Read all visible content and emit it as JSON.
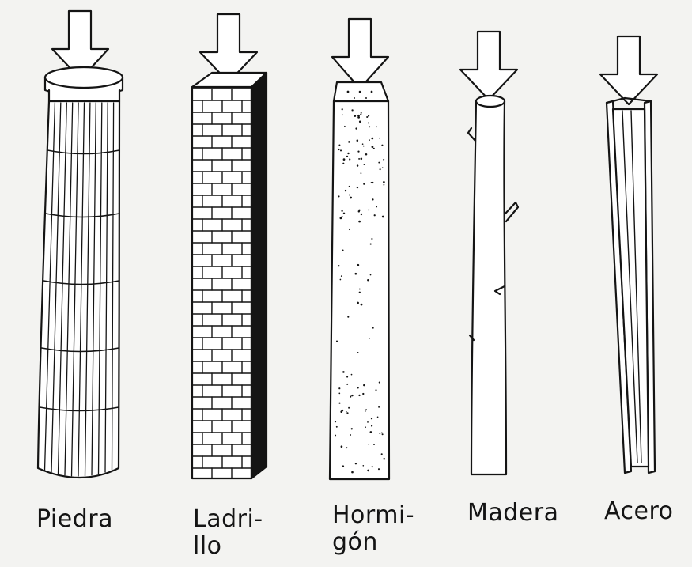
{
  "figure": {
    "columns": [
      {
        "id": "piedra",
        "label_lines": [
          "Piedra"
        ]
      },
      {
        "id": "ladrillo",
        "label_lines": [
          "Ladri-",
          "llo"
        ]
      },
      {
        "id": "hormigon",
        "label_lines": [
          "Hormi-",
          "gón"
        ]
      },
      {
        "id": "madera",
        "label_lines": [
          "Madera"
        ]
      },
      {
        "id": "acero",
        "label_lines": [
          "Acero"
        ]
      }
    ]
  },
  "colors": {
    "ink": "#141414",
    "paper": "#f3f3f1",
    "fill": "#ffffff"
  }
}
